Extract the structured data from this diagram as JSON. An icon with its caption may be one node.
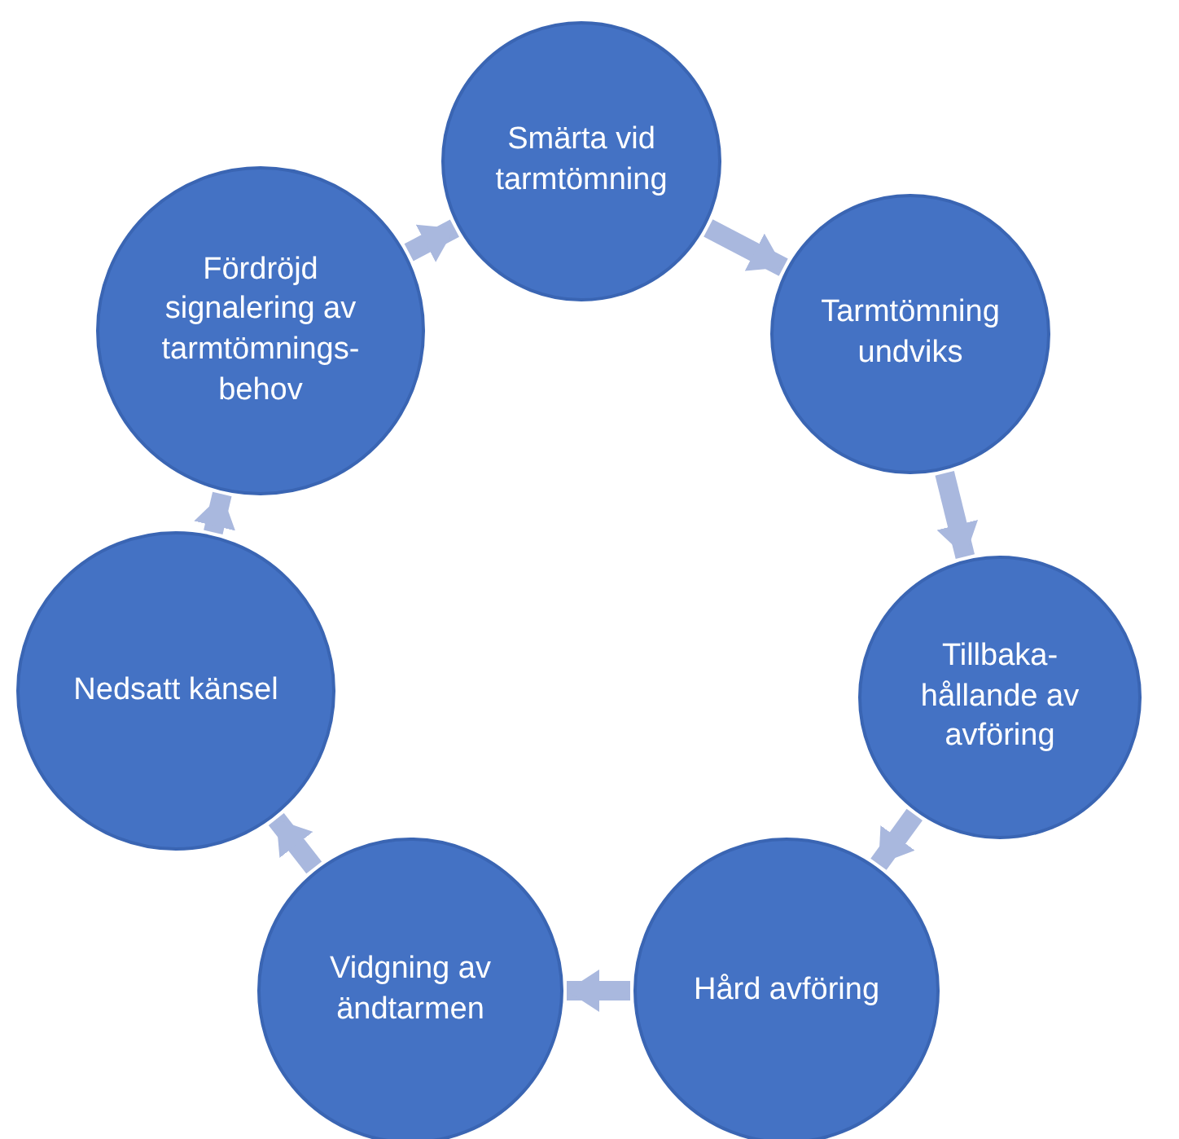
{
  "diagram": {
    "nodes": [
      {
        "text": [
          "Smärta vid tarmtömning"
        ]
      },
      {
        "text": [
          "Tarmtömning undviks"
        ]
      },
      {
        "text": [
          "Tillbaka- hållande av avföring"
        ]
      },
      {
        "text": [
          "Hård avföring"
        ]
      },
      {
        "text": [
          "Vidgning av ändtarmen"
        ]
      },
      {
        "text": [
          "Nedsatt känsel"
        ]
      },
      {
        "text": [
          "Fördröjd signalering av tarmtömnings- behov"
        ]
      }
    ],
    "edges": [
      {
        "from": 0,
        "to": 1,
        "arrow": "to"
      },
      {
        "from": 1,
        "to": 2,
        "arrow": "to"
      },
      {
        "from": 2,
        "to": 3,
        "arrow": "to"
      },
      {
        "from": 3,
        "to": 4,
        "arrow": "to"
      },
      {
        "from": 4,
        "to": 5,
        "arrow": "to"
      },
      {
        "from": 5,
        "to": 6,
        "arrow": "to"
      },
      {
        "from": 6,
        "to": 0,
        "arrow": "to"
      }
    ]
  }
}
